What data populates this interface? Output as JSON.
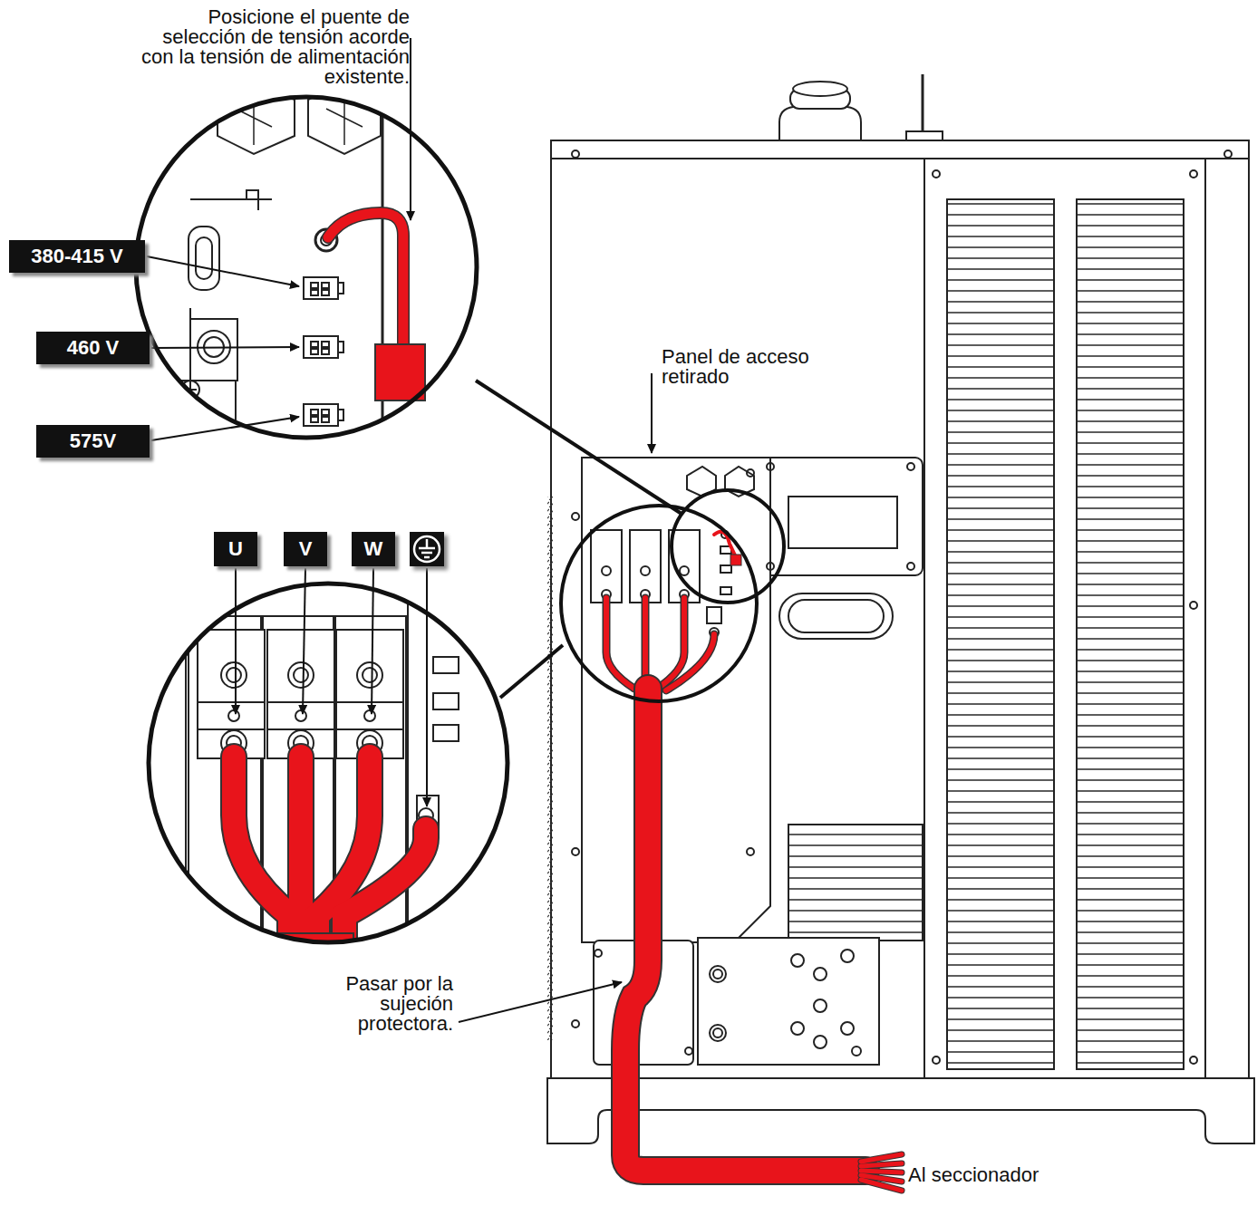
{
  "diagram": {
    "nodes": [
      {
        "text": [
          "380-415 V"
        ]
      },
      {
        "text": [
          "460 V"
        ]
      },
      {
        "text": [
          "575V"
        ]
      },
      {
        "text": [
          "U"
        ]
      },
      {
        "text": [
          "V"
        ]
      },
      {
        "text": [
          "W"
        ]
      }
    ],
    "labels": [
      "Posicione el puente de selección de tensión acorde con la tensión de alimentación existente.",
      "Panel de acceso retirado",
      "Pasar por la sujeción protectora.",
      "Al seccionador"
    ]
  }
}
